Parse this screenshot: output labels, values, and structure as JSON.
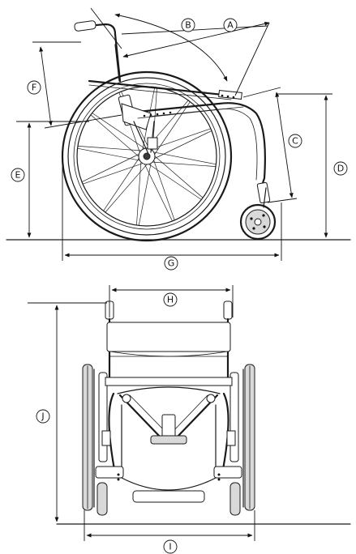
{
  "views": {
    "side": {
      "dimension_labels": {
        "A": "A",
        "B": "B",
        "C": "C",
        "D": "D",
        "E": "E",
        "F": "F",
        "G": "G"
      }
    },
    "front": {
      "dimension_labels": {
        "H": "H",
        "I": "I",
        "J": "J"
      }
    }
  },
  "colors": {
    "ink": "#1a1a1a",
    "tire_fill": "#d9d9d9",
    "background": "#ffffff"
  }
}
